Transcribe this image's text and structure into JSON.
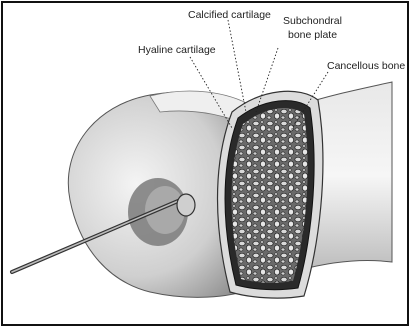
{
  "labels": {
    "calcified_cartilage": "Calcified cartilage",
    "subchondral_line1": "Subchondral",
    "subchondral_line2": "bone plate",
    "hyaline_cartilage": "Hyaline cartilage",
    "cancellous_bone": "Cancellous bone"
  }
}
